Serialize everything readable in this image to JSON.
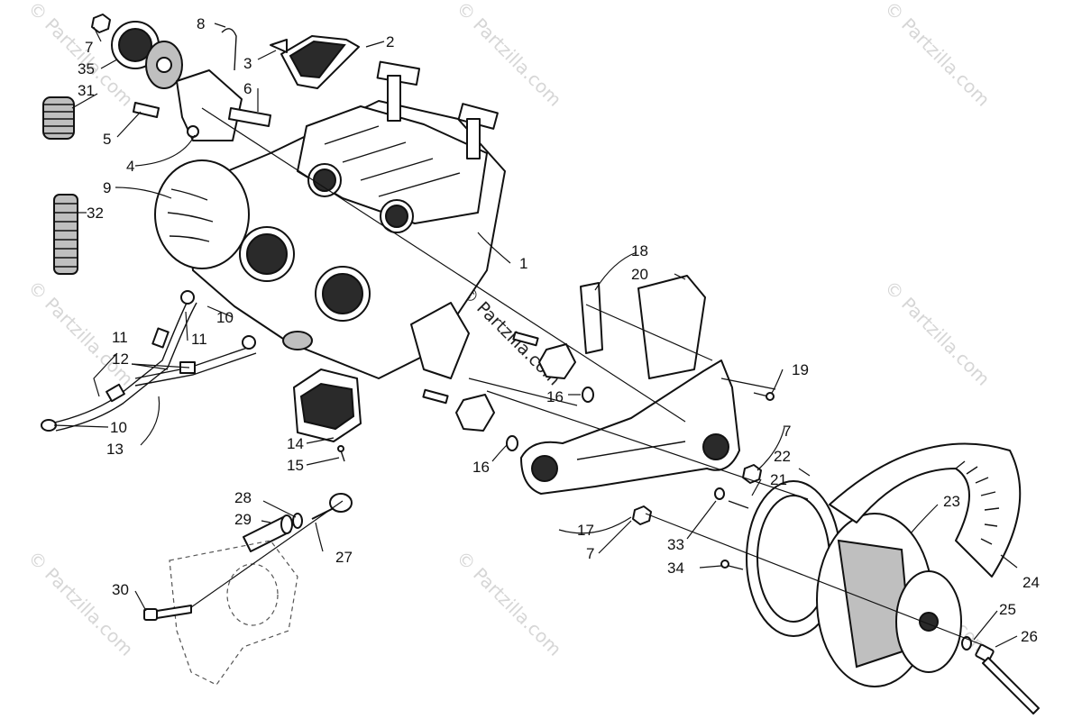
{
  "watermark": {
    "text": "© Partzilla.com",
    "color": "#d6d6d6"
  },
  "callouts": {
    "c7a": "7",
    "c35": "35",
    "c31": "31",
    "c8": "8",
    "c2": "2",
    "c3": "3",
    "c6": "6",
    "c5": "5",
    "c4": "4",
    "c9": "9",
    "c32": "32",
    "c1": "1",
    "c18": "18",
    "c20": "20",
    "c19": "19",
    "c10a": "10",
    "c11a": "11",
    "c11b": "11",
    "c12": "12",
    "c10b": "10",
    "c13": "13",
    "c14": "14",
    "c15": "15",
    "c16a": "16",
    "c16b": "16",
    "c7b": "7",
    "c22": "22",
    "c21": "21",
    "c17": "17",
    "c7c": "7",
    "c33": "33",
    "c34": "34",
    "c23": "23",
    "c24": "24",
    "c25": "25",
    "c26": "26",
    "c28": "28",
    "c29": "29",
    "c27": "27",
    "c30": "30"
  },
  "colors": {
    "line": "#111111",
    "shade": "#bfbfbf",
    "dark": "#2a2a2a"
  }
}
